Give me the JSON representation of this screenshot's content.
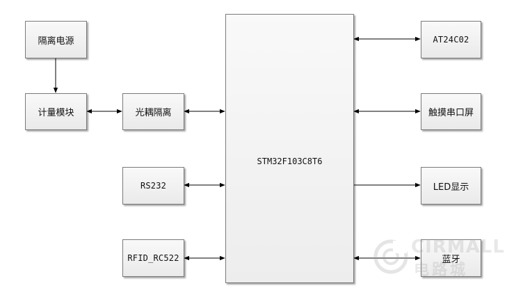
{
  "blocks": {
    "isolated_power": "隔离电源",
    "metering_module": "计量模块",
    "optocoupler_isolation": "光耦隔离",
    "rs232": "RS232",
    "rfid": "RFID_RC522",
    "mcu": "STM32F103C8T6",
    "eeprom": "AT24C02",
    "touch_screen": "触摸串口屏",
    "led_display": "LED显示",
    "bluetooth": "蓝牙"
  },
  "watermark": {
    "line1": "CIRMALL",
    "line2": "电路城"
  },
  "colors": {
    "line": "#000000",
    "block_border": "#7a7a7a",
    "block_fill": "#f2f2f2"
  }
}
